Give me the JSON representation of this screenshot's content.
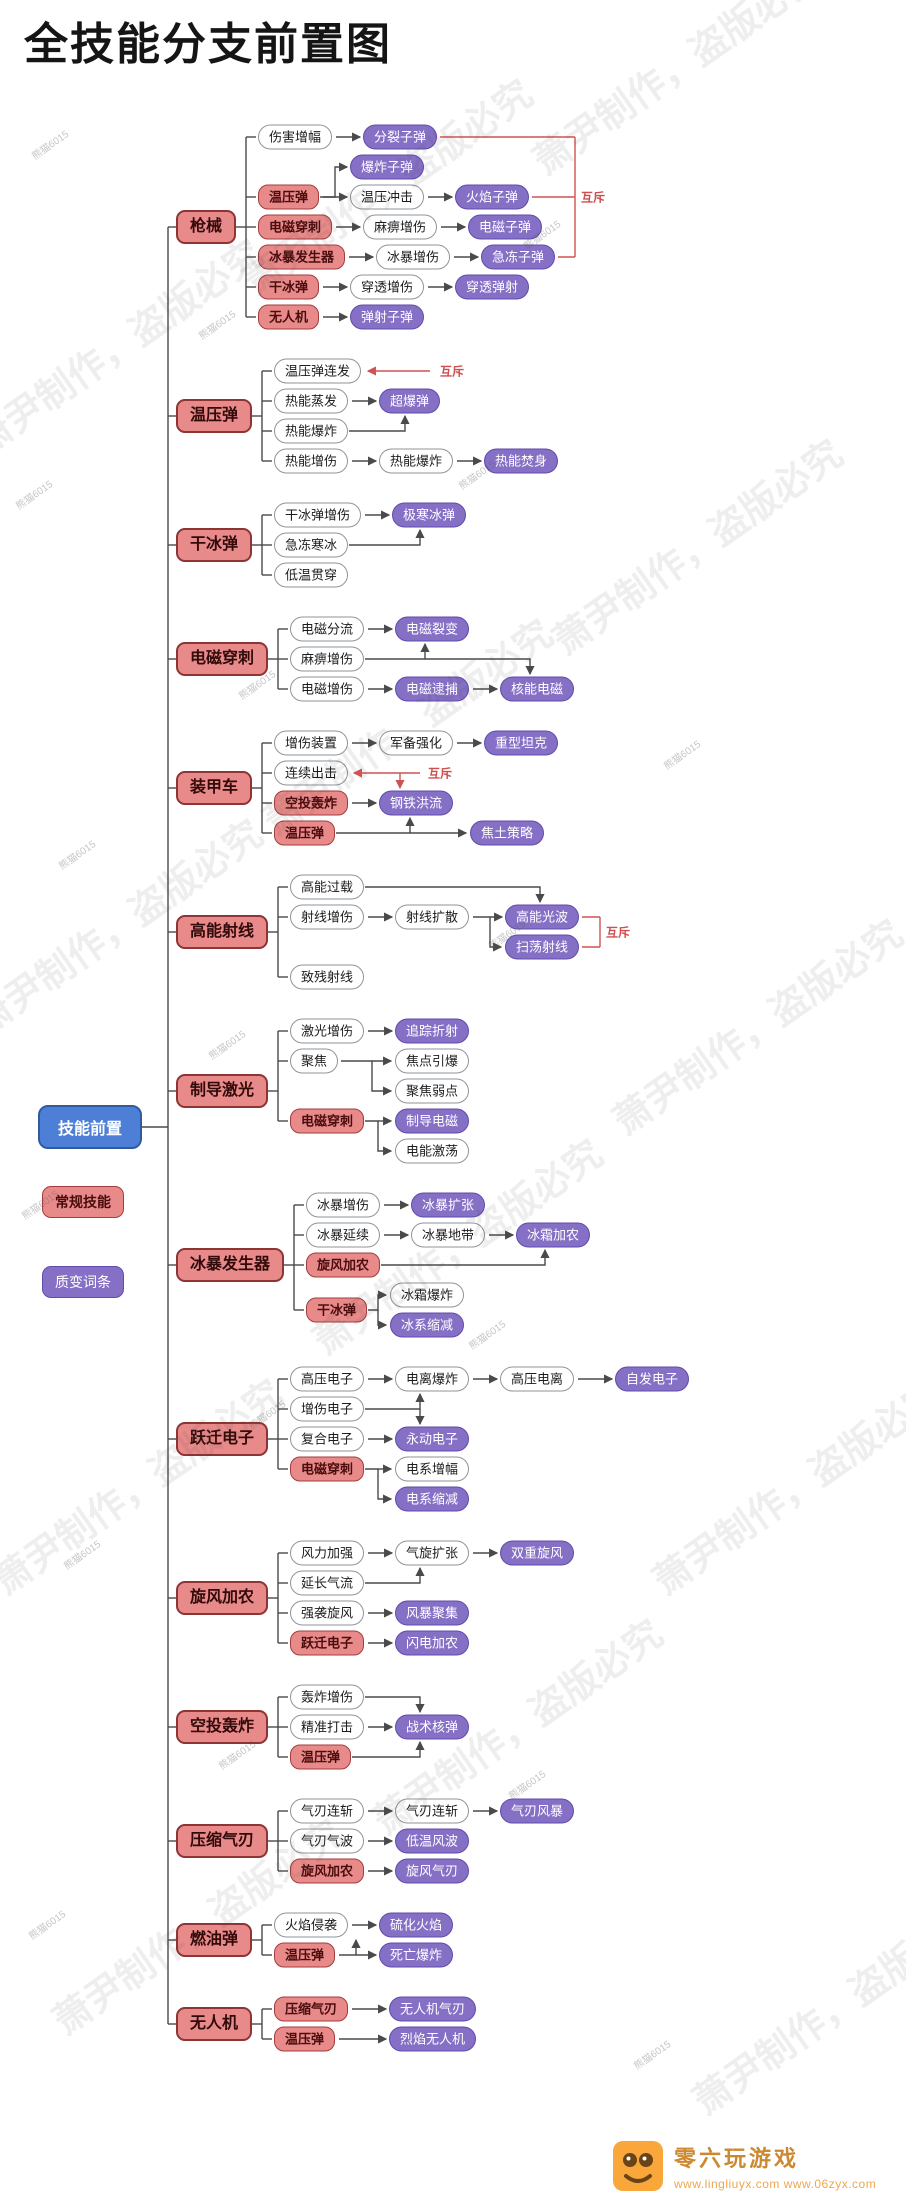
{
  "title": "全技能分支前置图",
  "mutex_label": "互斥",
  "legend": {
    "root": "技能前置",
    "regular": "常规技能",
    "mutation": "质变词条"
  },
  "watermark": {
    "large": "萧尹制作，盗版必究",
    "small": "熊猫6015"
  },
  "footer": {
    "site_name": "零六玩游戏",
    "urls": "www.lingliuyx.com   www.06zyx.com"
  },
  "colors": {
    "regular_skill": "#e88a8a",
    "mutation_entry": "#8570c5",
    "root_node": "#4d7fd6",
    "mutex": "#cf4f4f"
  },
  "sections": [
    {
      "category": "枪械",
      "rows": [
        [
          {
            "label": "伤害增幅",
            "type": "normal"
          },
          {
            "label": "分裂子弹",
            "type": "mutation"
          }
        ],
        [
          {
            "label": "爆炸子弹",
            "type": "mutation"
          }
        ],
        [
          {
            "label": "温压弹",
            "type": "ref"
          },
          {
            "label": "温压冲击",
            "type": "normal"
          },
          {
            "label": "火焰子弹",
            "type": "mutation"
          }
        ],
        [
          {
            "label": "电磁穿刺",
            "type": "ref"
          },
          {
            "label": "麻痹增伤",
            "type": "normal"
          },
          {
            "label": "电磁子弹",
            "type": "mutation"
          }
        ],
        [
          {
            "label": "冰暴发生器",
            "type": "ref"
          },
          {
            "label": "冰暴增伤",
            "type": "normal"
          },
          {
            "label": "急冻子弹",
            "type": "mutation"
          }
        ],
        [
          {
            "label": "干冰弹",
            "type": "ref"
          },
          {
            "label": "穿透增伤",
            "type": "normal"
          },
          {
            "label": "穿透弹射",
            "type": "mutation"
          }
        ],
        [
          {
            "label": "无人机",
            "type": "ref"
          },
          {
            "label": "弹射子弹",
            "type": "mutation"
          }
        ]
      ]
    },
    {
      "category": "温压弹",
      "rows": [
        [
          {
            "label": "温压弹连发",
            "type": "normal"
          }
        ],
        [
          {
            "label": "热能蒸发",
            "type": "normal"
          },
          {
            "label": "超爆弹",
            "type": "mutation"
          }
        ],
        [
          {
            "label": "热能爆炸",
            "type": "normal"
          }
        ],
        [
          {
            "label": "热能增伤",
            "type": "normal"
          },
          {
            "label": "热能爆炸",
            "type": "normal"
          },
          {
            "label": "热能焚身",
            "type": "mutation"
          }
        ]
      ]
    },
    {
      "category": "干冰弹",
      "rows": [
        [
          {
            "label": "干冰弹增伤",
            "type": "normal"
          },
          {
            "label": "极寒冰弹",
            "type": "mutation"
          }
        ],
        [
          {
            "label": "急冻寒冰",
            "type": "normal"
          }
        ],
        [
          {
            "label": "低温贯穿",
            "type": "normal"
          }
        ]
      ]
    },
    {
      "category": "电磁穿刺",
      "rows": [
        [
          {
            "label": "电磁分流",
            "type": "normal"
          },
          {
            "label": "电磁裂变",
            "type": "mutation"
          }
        ],
        [
          {
            "label": "麻痹增伤",
            "type": "normal"
          }
        ],
        [
          {
            "label": "电磁增伤",
            "type": "normal"
          },
          {
            "label": "电磁逮捕",
            "type": "mutation"
          },
          {
            "label": "核能电磁",
            "type": "mutation"
          }
        ]
      ]
    },
    {
      "category": "装甲车",
      "rows": [
        [
          {
            "label": "增伤装置",
            "type": "normal"
          },
          {
            "label": "军备强化",
            "type": "normal"
          },
          {
            "label": "重型坦克",
            "type": "mutation"
          }
        ],
        [
          {
            "label": "连续出击",
            "type": "normal"
          }
        ],
        [
          {
            "label": "空投轰炸",
            "type": "ref"
          },
          {
            "label": "钢铁洪流",
            "type": "mutation"
          }
        ],
        [
          {
            "label": "温压弹",
            "type": "ref"
          },
          {
            "label": "焦土策略",
            "type": "mutation"
          }
        ]
      ]
    },
    {
      "category": "高能射线",
      "rows": [
        [
          {
            "label": "高能过载",
            "type": "normal"
          }
        ],
        [
          {
            "label": "射线增伤",
            "type": "normal"
          },
          {
            "label": "射线扩散",
            "type": "normal"
          },
          {
            "label": "高能光波",
            "type": "mutation"
          }
        ],
        [
          {
            "label": "扫荡射线",
            "type": "mutation"
          }
        ],
        [
          {
            "label": "致残射线",
            "type": "normal"
          }
        ]
      ]
    },
    {
      "category": "制导激光",
      "rows": [
        [
          {
            "label": "激光增伤",
            "type": "normal"
          },
          {
            "label": "追踪折射",
            "type": "mutation"
          }
        ],
        [
          {
            "label": "聚焦",
            "type": "normal"
          },
          {
            "label": "焦点引爆",
            "type": "normal"
          }
        ],
        [
          {
            "label": "聚焦弱点",
            "type": "normal"
          }
        ],
        [
          {
            "label": "电磁穿刺",
            "type": "ref"
          },
          {
            "label": "制导电磁",
            "type": "mutation"
          }
        ],
        [
          {
            "label": "电能激荡",
            "type": "normal"
          }
        ]
      ]
    },
    {
      "category": "冰暴发生器",
      "rows": [
        [
          {
            "label": "冰暴增伤",
            "type": "normal"
          },
          {
            "label": "冰暴扩张",
            "type": "mutation"
          }
        ],
        [
          {
            "label": "冰暴延续",
            "type": "normal"
          },
          {
            "label": "冰暴地带",
            "type": "normal"
          },
          {
            "label": "冰霜加农",
            "type": "mutation"
          }
        ],
        [
          {
            "label": "旋风加农",
            "type": "ref"
          }
        ],
        [
          {
            "label": "冰霜爆炸",
            "type": "normal"
          }
        ],
        [
          {
            "label": "干冰弹",
            "type": "ref"
          }
        ],
        [
          {
            "label": "冰系缩减",
            "type": "mutation"
          }
        ]
      ]
    },
    {
      "category": "跃迁电子",
      "rows": [
        [
          {
            "label": "高压电子",
            "type": "normal"
          },
          {
            "label": "电离爆炸",
            "type": "normal"
          },
          {
            "label": "高压电离",
            "type": "normal"
          },
          {
            "label": "自发电子",
            "type": "mutation"
          }
        ],
        [
          {
            "label": "增伤电子",
            "type": "normal"
          }
        ],
        [
          {
            "label": "复合电子",
            "type": "normal"
          },
          {
            "label": "永动电子",
            "type": "mutation"
          }
        ],
        [
          {
            "label": "电磁穿刺",
            "type": "ref"
          },
          {
            "label": "电系增幅",
            "type": "normal"
          }
        ],
        [
          {
            "label": "电系缩减",
            "type": "mutation"
          }
        ]
      ]
    },
    {
      "category": "旋风加农",
      "rows": [
        [
          {
            "label": "风力加强",
            "type": "normal"
          },
          {
            "label": "气旋扩张",
            "type": "normal"
          },
          {
            "label": "双重旋风",
            "type": "mutation"
          }
        ],
        [
          {
            "label": "延长气流",
            "type": "normal"
          }
        ],
        [
          {
            "label": "强袭旋风",
            "type": "normal"
          },
          {
            "label": "风暴聚集",
            "type": "mutation"
          }
        ],
        [
          {
            "label": "跃迁电子",
            "type": "ref"
          },
          {
            "label": "闪电加农",
            "type": "mutation"
          }
        ]
      ]
    },
    {
      "category": "空投轰炸",
      "rows": [
        [
          {
            "label": "轰炸增伤",
            "type": "normal"
          }
        ],
        [
          {
            "label": "精准打击",
            "type": "normal"
          },
          {
            "label": "战术核弹",
            "type": "mutation"
          }
        ],
        [
          {
            "label": "温压弹",
            "type": "ref"
          }
        ]
      ]
    },
    {
      "category": "压缩气刃",
      "rows": [
        [
          {
            "label": "气刃连斩",
            "type": "normal"
          },
          {
            "label": "气刃连斩",
            "type": "normal"
          },
          {
            "label": "气刃风暴",
            "type": "mutation"
          }
        ],
        [
          {
            "label": "气刃气波",
            "type": "normal"
          },
          {
            "label": "低温风波",
            "type": "mutation"
          }
        ],
        [
          {
            "label": "旋风加农",
            "type": "ref"
          },
          {
            "label": "旋风气刃",
            "type": "mutation"
          }
        ]
      ]
    },
    {
      "category": "燃油弹",
      "rows": [
        [
          {
            "label": "火焰侵袭",
            "type": "normal"
          },
          {
            "label": "硫化火焰",
            "type": "mutation"
          }
        ],
        [
          {
            "label": "温压弹",
            "type": "ref"
          },
          {
            "label": "死亡爆炸",
            "type": "mutation"
          }
        ]
      ]
    },
    {
      "category": "无人机",
      "rows": [
        [
          {
            "label": "压缩气刃",
            "type": "ref"
          },
          {
            "label": "无人机气刃",
            "type": "mutation"
          }
        ],
        [
          {
            "label": "温压弹",
            "type": "ref"
          },
          {
            "label": "烈焰无人机",
            "type": "mutation"
          }
        ]
      ]
    }
  ]
}
